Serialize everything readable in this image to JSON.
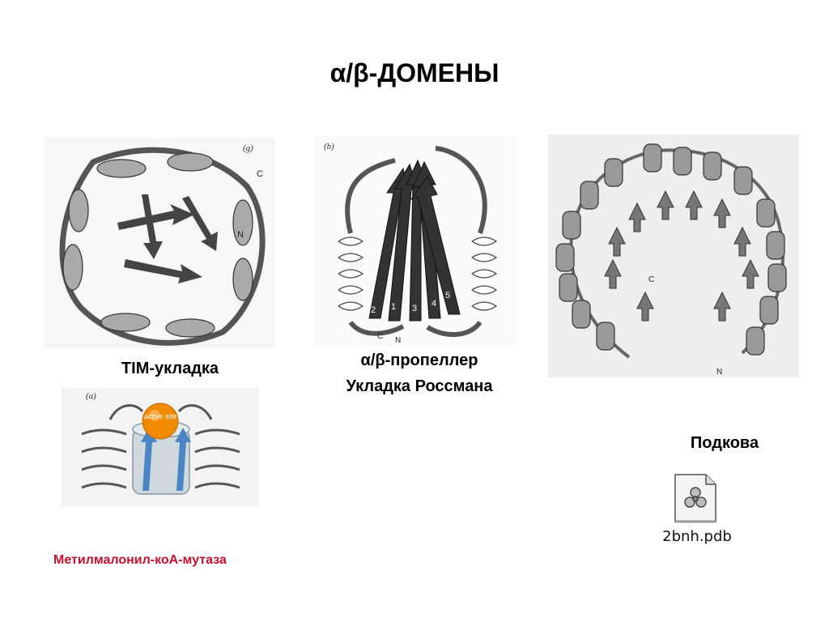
{
  "slide": {
    "title": "α/β-ДОМЕНЫ",
    "tim_label": "TIM-укладка",
    "propeller_label": "α/β-пропеллер",
    "rossmann_label": "Укладка Россмана",
    "horseshoe_label": "Подкова",
    "mutase_label": "Метилмалонил-коА-мутаза",
    "file_name": "2bnh.pdb"
  },
  "figures": {
    "tim": {
      "panel_letter": "(g)",
      "c_label": "C",
      "n_label": "N"
    },
    "rossmann": {
      "panel_letter": "(b)",
      "c_label": "C",
      "n_label": "N",
      "strand_numbers": [
        "2",
        "1",
        "3",
        "4",
        "5"
      ]
    },
    "horseshoe": {
      "c_label": "C",
      "n_label": "N"
    },
    "mutase": {
      "panel_letter": "(a)",
      "active_site": "active site"
    }
  },
  "colors": {
    "mutase_label": "#c8102e",
    "active_site": "#f08a00"
  }
}
